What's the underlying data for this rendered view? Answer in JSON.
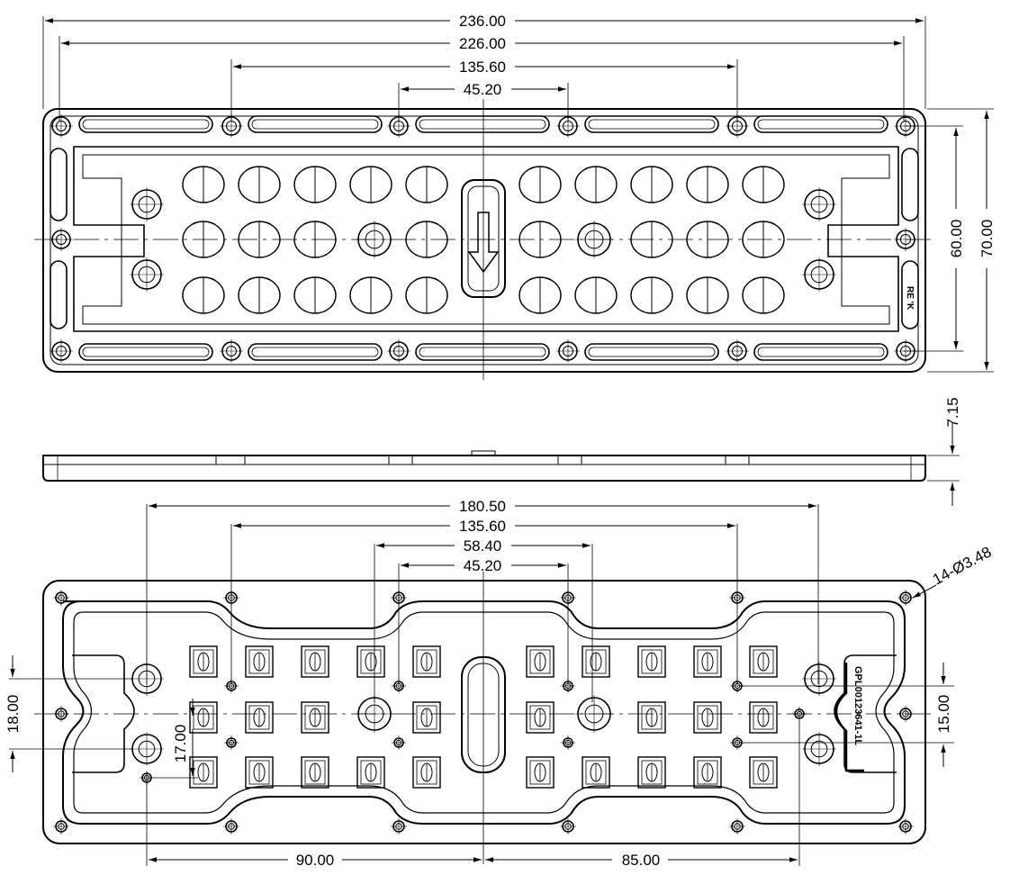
{
  "dimensions": {
    "top": {
      "overall_length": "236.00",
      "hole_span": "226.00",
      "pitch_outer": "135.60",
      "pitch_inner": "45.20",
      "inner_width": "60.00",
      "overall_width": "70.00"
    },
    "side": {
      "thickness": "7.15"
    },
    "bottom": {
      "span_a": "180.50",
      "span_b": "135.60",
      "span_c": "58.40",
      "span_d": "45.20",
      "hole_callout": "14-Ø3.48",
      "left_height": "18.00",
      "left_offset": "17.00",
      "right_height": "15.00",
      "left_run": "90.00",
      "right_run": "85.00"
    }
  },
  "markings": {
    "top_small": "RE 'K",
    "part_code": "GPL00123641-1L"
  }
}
